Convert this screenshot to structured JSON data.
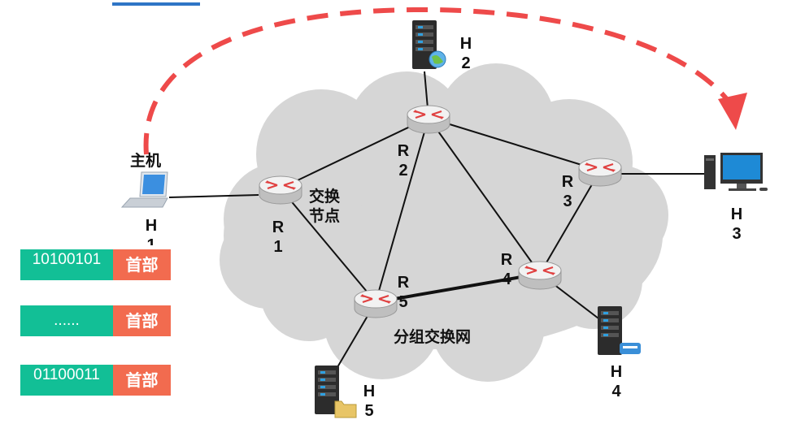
{
  "network_label": "分组交换网",
  "switch_node_label": "交换节点",
  "host1_title": "主机",
  "routers": [
    {
      "id": "R1",
      "lines": [
        "R",
        "1"
      ]
    },
    {
      "id": "R2",
      "lines": [
        "R",
        "2"
      ]
    },
    {
      "id": "R3",
      "lines": [
        "R",
        "3"
      ]
    },
    {
      "id": "R4",
      "lines": [
        "R",
        "4"
      ]
    },
    {
      "id": "R5",
      "lines": [
        "R",
        "5"
      ]
    }
  ],
  "hosts": [
    {
      "id": "H1",
      "lines": [
        "H",
        "1"
      ]
    },
    {
      "id": "H2",
      "lines": [
        "H",
        "2"
      ]
    },
    {
      "id": "H3",
      "lines": [
        "H",
        "3"
      ]
    },
    {
      "id": "H4",
      "lines": [
        "H",
        "4"
      ]
    },
    {
      "id": "H5",
      "lines": [
        "H",
        "5"
      ]
    }
  ],
  "packets": [
    {
      "payload": "10100101",
      "header": "首部"
    },
    {
      "payload": "......",
      "header": "首部"
    },
    {
      "payload": "01100011",
      "header": "首部"
    }
  ],
  "colors": {
    "cloud": "#d6d6d6",
    "link": "#111111",
    "arrow": "#ee4a4a",
    "payload": "#12bf96",
    "header": "#f26b4f",
    "accent_bar": "#2e75c6"
  }
}
